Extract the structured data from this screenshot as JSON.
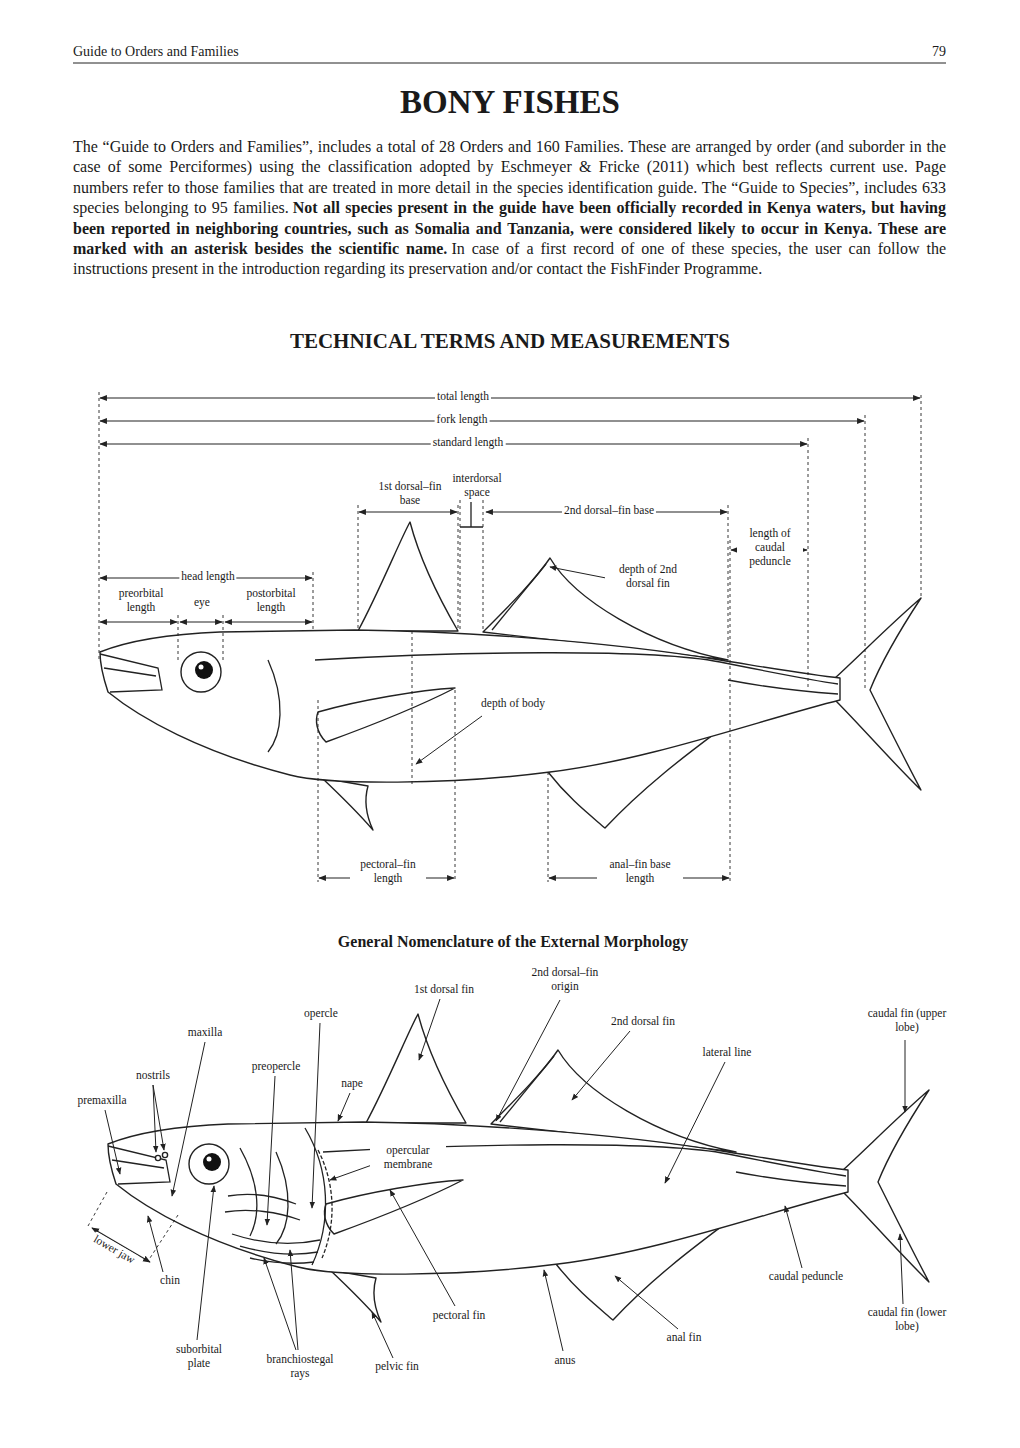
{
  "diagram": {
    "title": "BONY FISHES",
    "labels": [
      "Guide to Orders and Families",
      "79",
      "The “Guide to Orders and Families”, includes a total of 28 Orders and 160 Families. These are arranged by order (and suborder in the case of some Perciformes) using the classification adopted by Eschmeyer & Fricke (2011) which best reflects current use. Page numbers refer to those families that are treated in more detail in the species identification guide. The “Guide to Species”, includes 633 species belonging to 95 families.",
      "Not all species present in the guide have been officially recorded in Kenya waters, but having been reported in neighboring countries, such as Somalia and Tanzania, were considered likely to occur in Kenya. These are marked with an asterisk besides the scientific name.",
      "In case of a first record of one of these species, the user can follow the instructions present in the introduction regarding its preservation and/or contact the FishFinder Programme.",
      "TECHNICAL TERMS AND MEASUREMENTS",
      "total length",
      "fork length",
      "standard length",
      "1st dorsal–fin base",
      "interdorsal space",
      "2nd dorsal–fin base",
      "length of caudal peduncle",
      "head length",
      "depth of 2nd dorsal fin",
      "preorbital length",
      "eye",
      "postorbital length",
      "depth of body",
      "pectoral–fin length",
      "anal–fin base length",
      "General Nomenclature of the External Morphology",
      "1st dorsal fin",
      "2nd dorsal–fin origin",
      "opercle",
      "caudal fin (upper lobe)",
      "maxilla",
      "2nd dorsal fin",
      "lateral line",
      "preopercle",
      "nostrils",
      "nape",
      "premaxilla",
      "opercular membrane",
      "lower jaw",
      "chin",
      "caudal peduncle",
      "pectoral fin",
      "caudal fin (lower lobe)",
      "anal fin",
      "suborbital plate",
      "branchiostegal rays",
      "pelvic fin",
      "anus"
    ]
  }
}
